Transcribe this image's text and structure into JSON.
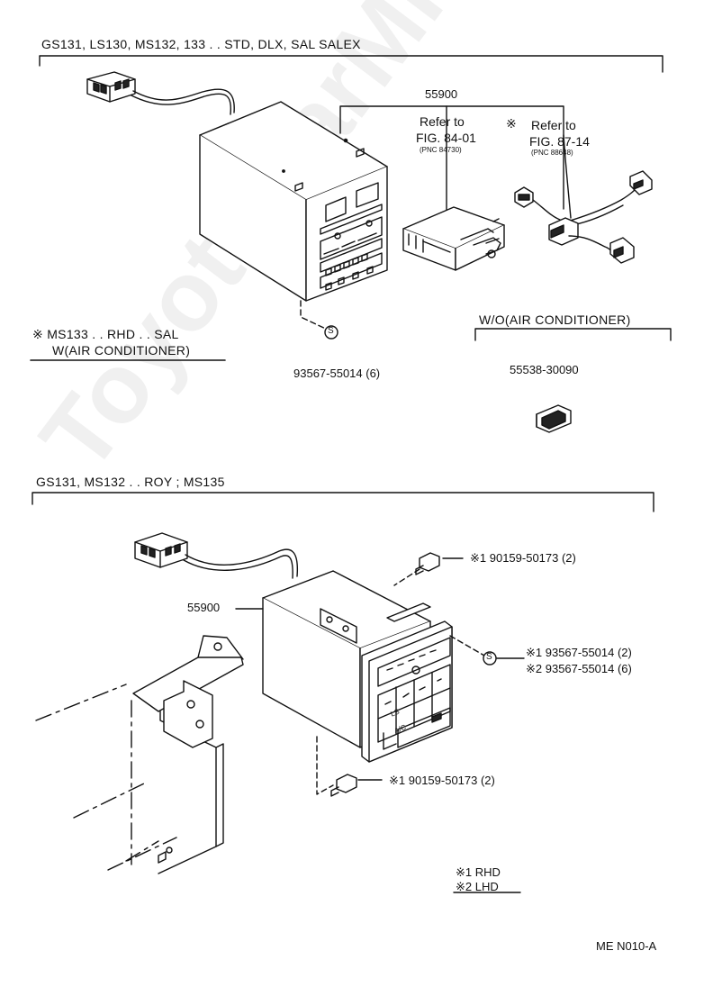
{
  "section_top": {
    "header": "GS131, LS130, MS132, 133 . . STD, DLX, SAL SALEX",
    "unit_part": "55900",
    "refer1_a": "Refer to",
    "refer1_b": "FIG. 84-01",
    "refer1_pnc": "(PNC 84730)",
    "refer2_mark": "※",
    "refer2_a": "Refer to",
    "refer2_b": "FIG. 87-14",
    "refer2_pnc": "(PNC 88648)",
    "note_line1": "※ MS133 . . RHD . . SAL",
    "note_line2": "W(AIR CONDITIONER)",
    "screw_part": "93567-55014 (6)",
    "wo_ac_label": "W/O(AIR CONDITIONER)",
    "cover_part": "55538-30090"
  },
  "section_bottom": {
    "header": "GS131, MS132 . . ROY ; MS135",
    "unit_part": "55900",
    "bolt_top": "※1  90159-50173 (2)",
    "screw_1": "※1  93567-55014 (2)",
    "screw_2": "※2  93567-55014 (6)",
    "bolt_bottom": "※1  90159-50173 (2)",
    "legend_1": "※1  RHD",
    "legend_2": "※2  LHD",
    "ac_button": "A/C",
    "ls_button": "LS"
  },
  "footer": {
    "code": "ME  N010-A"
  },
  "watermark": "ToyotaCarMine.ru",
  "screw_symbol": "S"
}
